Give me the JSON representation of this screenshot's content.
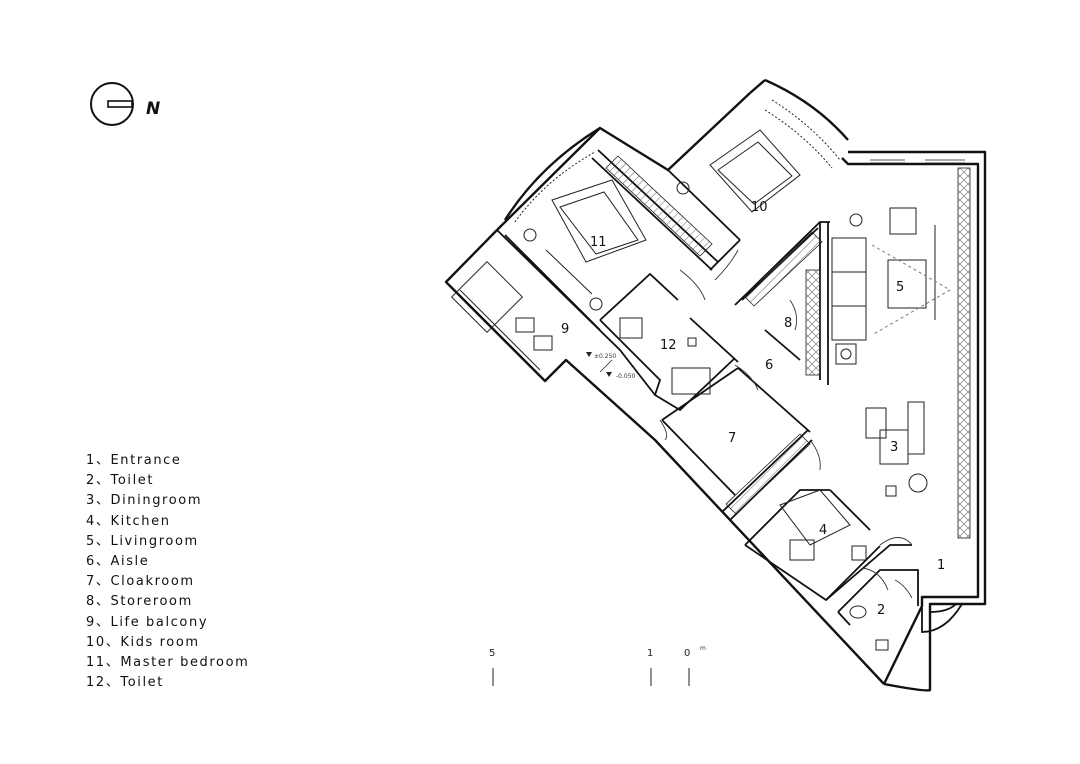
{
  "compass": {
    "letter": "N"
  },
  "legend": [
    {
      "num": "1",
      "label": "Entrance"
    },
    {
      "num": "2",
      "label": "Toilet"
    },
    {
      "num": "3",
      "label": "Diningroom"
    },
    {
      "num": "4",
      "label": "Kitchen"
    },
    {
      "num": "5",
      "label": "Livingroom"
    },
    {
      "num": "6",
      "label": "Aisle"
    },
    {
      "num": "7",
      "label": "Cloakroom"
    },
    {
      "num": "8",
      "label": "Storeroom"
    },
    {
      "num": "9",
      "label": "Life balcony"
    },
    {
      "num": "10",
      "label": "Kids room"
    },
    {
      "num": "11",
      "label": "Master bedroom"
    },
    {
      "num": "12",
      "label": "Toilet"
    }
  ],
  "room_labels": {
    "r1": "1",
    "r2": "2",
    "r3": "3",
    "r4": "4",
    "r5": "5",
    "r6": "6",
    "r7": "7",
    "r8": "8",
    "r9": "9",
    "r10": "10",
    "r11": "11",
    "r12": "12"
  },
  "levels": {
    "upper": "±0.250",
    "lower": "-0.050"
  },
  "scale": {
    "mark_5": "5",
    "mark_1": "1",
    "mark_0": "0",
    "unit": "m"
  },
  "colors": {
    "line": "#111111",
    "background": "#ffffff"
  }
}
